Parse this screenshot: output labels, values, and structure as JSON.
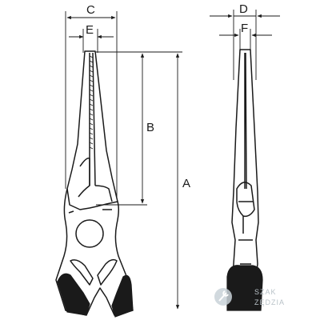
{
  "dimensions": {
    "C": "C",
    "E": "E",
    "B": "B",
    "A": "A",
    "D": "D",
    "F": "F"
  },
  "watermark": {
    "line1": "SZAK",
    "line2": "ZĘDZIA",
    "color": "#b9c2c8",
    "logo_color": "#c9d2d8"
  },
  "colors": {
    "line": "#1a1a1a",
    "grip": "#1a1a1a",
    "background": "#ffffff"
  }
}
